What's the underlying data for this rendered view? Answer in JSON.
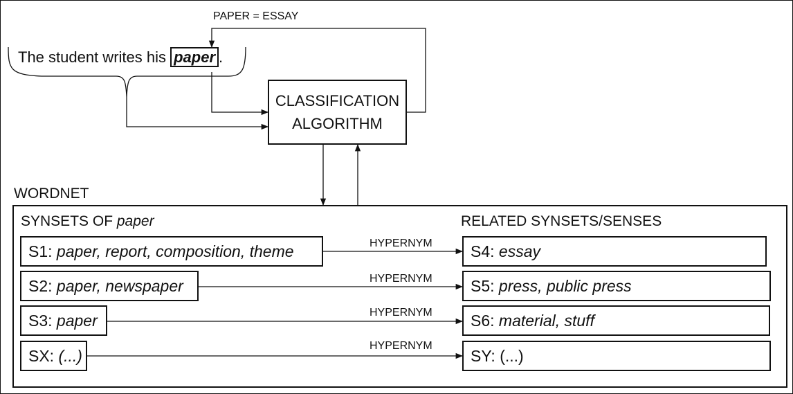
{
  "feedback_label": "PAPER = ESSAY",
  "sentence": {
    "before": "The student writes his ",
    "word": "paper",
    "after": "."
  },
  "algorithm": {
    "line1": "CLASSIFICATION",
    "line2": "ALGORITHM"
  },
  "wordnet_label": "WORDNET",
  "left_header": {
    "prefix": "SYNSETS OF ",
    "word": "paper"
  },
  "right_header": "RELATED SYNSETS/SENSES",
  "relation_label": "HYPERNYM",
  "rows": [
    {
      "left_id": "S1:",
      "left_words": "paper, report, composition, theme",
      "right_id": "S4:",
      "right_words": "essay",
      "right_italic": true
    },
    {
      "left_id": "S2:",
      "left_words": "paper, newspaper",
      "right_id": "S5:",
      "right_words": "press, public press",
      "right_italic": true
    },
    {
      "left_id": "S3:",
      "left_words": "paper",
      "right_id": "S6:",
      "right_words": "material, stuff",
      "right_italic": true
    },
    {
      "left_id": "SX:",
      "left_words": "(...)",
      "right_id": "SY:",
      "right_words": "(...)",
      "right_italic": false
    }
  ]
}
